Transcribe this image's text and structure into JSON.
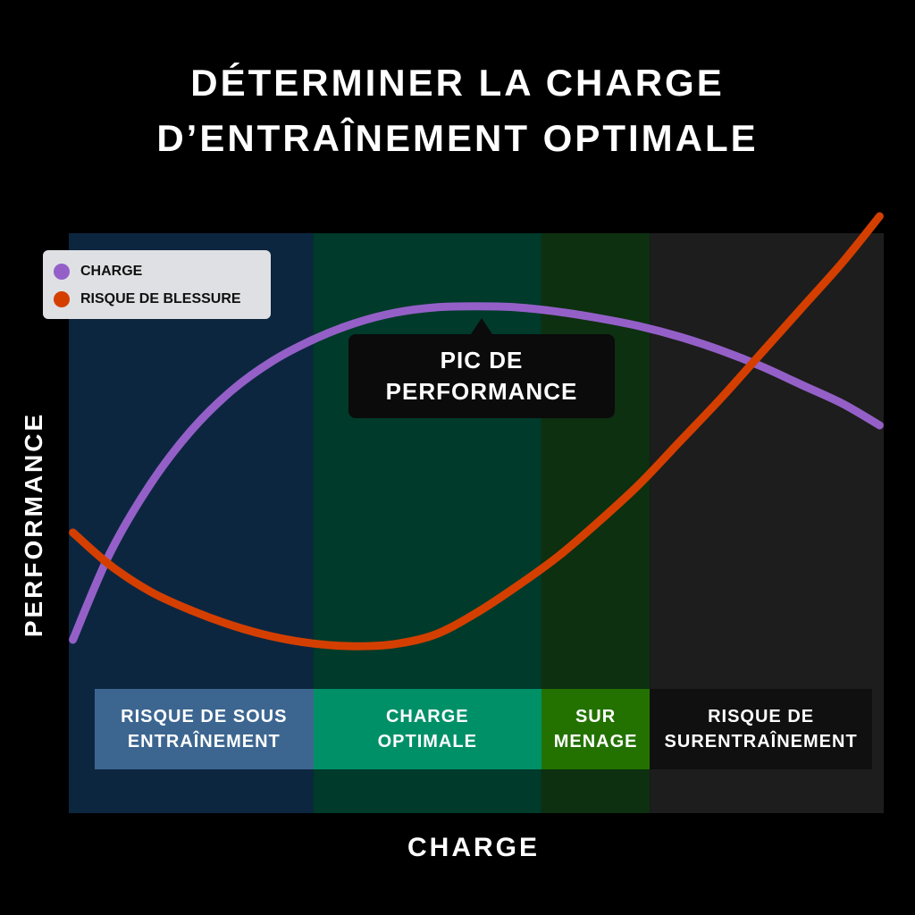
{
  "title": {
    "line1": "DÉTERMINER LA CHARGE",
    "line2": "D’ENTRAÎNEMENT OPTIMALE"
  },
  "axes": {
    "xlabel": "CHARGE",
    "ylabel": "PERFORMANCE"
  },
  "annotation": {
    "line1": "PIC DE",
    "line2": "PERFORMANCE"
  },
  "chart_data": {
    "type": "line",
    "title": "DÉTERMINER LA CHARGE D’ENTRAÎNEMENT OPTIMALE",
    "xlabel": "CHARGE",
    "ylabel": "PERFORMANCE",
    "xlim": [
      0,
      100
    ],
    "ylim": [
      0,
      100
    ],
    "grid": false,
    "legend": "top-left",
    "zones": [
      {
        "name": "RISQUE DE SOUS ENTRAÎNEMENT",
        "lines": [
          "RISQUE DE SOUS",
          "ENTRAÎNEMENT"
        ],
        "x0": 0,
        "x1": 30,
        "bg": "#0d2640",
        "label_bg": "#3c6690"
      },
      {
        "name": "CHARGE OPTIMALE",
        "lines": [
          "CHARGE",
          "OPTIMALE"
        ],
        "x0": 30,
        "x1": 58,
        "bg": "#003a2a",
        "label_bg": "#009068"
      },
      {
        "name": "SUR MENAGE",
        "lines": [
          "SUR",
          "MENAGE"
        ],
        "x0": 58,
        "x1": 71.3,
        "bg": "#0d3010",
        "label_bg": "#237200"
      },
      {
        "name": "RISQUE DE SURENTRAÎNEMENT",
        "lines": [
          "RISQUE DE",
          "SURENTRAÎNEMENT"
        ],
        "x0": 71.3,
        "x1": 100,
        "bg": "#1d1d1d",
        "label_bg": "#101010"
      }
    ],
    "series": [
      {
        "name": "CHARGE",
        "color": "#9460c8",
        "x": [
          0.5,
          5,
          10,
          15,
          20,
          25,
          30,
          35,
          40,
          45,
          50,
          55,
          60,
          65,
          70,
          75,
          80,
          85,
          90,
          95,
          99.5
        ],
        "y": [
          29,
          45,
          58,
          68,
          75.5,
          81,
          85,
          88,
          90,
          91,
          91.2,
          91,
          90.2,
          89,
          87.5,
          85.5,
          83,
          80,
          76.5,
          73,
          69
        ]
      },
      {
        "name": "RISQUE DE BLESSURE",
        "color": "#d43f00",
        "x": [
          0.5,
          5,
          10,
          15,
          20,
          25,
          30,
          35,
          40,
          45,
          50,
          55,
          60,
          65,
          70,
          75,
          80,
          85,
          90,
          95,
          99.5
        ],
        "y": [
          49,
          43,
          38,
          34.5,
          31.7,
          29.6,
          28.3,
          27.8,
          28.2,
          30,
          34,
          39,
          44.5,
          51,
          58,
          66,
          74,
          82.5,
          91,
          99.5,
          108
        ]
      }
    ]
  }
}
